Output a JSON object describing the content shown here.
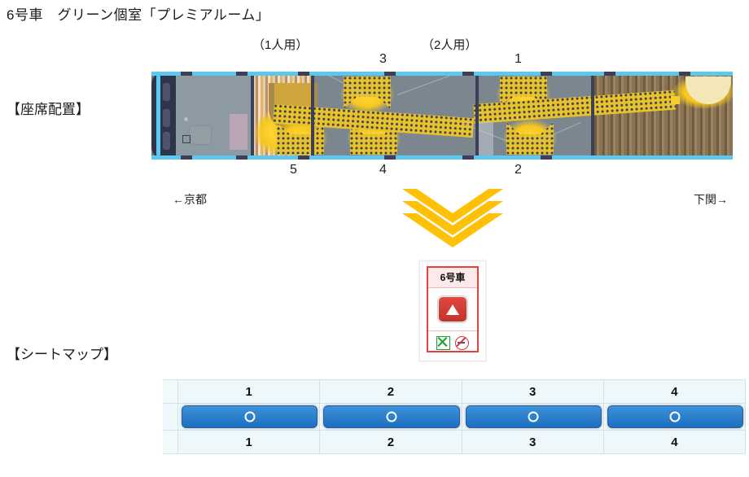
{
  "header": {
    "title": "6号車　グリーン個室「プレミアルーム」",
    "caption_single": "（1人用）",
    "caption_double": "（2人用）"
  },
  "sections": {
    "layout_label": "【座席配置】",
    "seatmap_label": "【シートマップ】"
  },
  "car_diagram": {
    "top_numbers": [
      "3",
      "1"
    ],
    "bottom_numbers": [
      "5",
      "4",
      "2"
    ],
    "direction_left": "←京都",
    "direction_right": "下関→",
    "edge_color": "#5bc8f0",
    "body_color": "#6f7b84",
    "seat_color": "#e8c22a"
  },
  "chevron": {
    "name": "chevron-down-triple",
    "color": "#ffc107"
  },
  "car_badge": {
    "car_name": "6号車",
    "class_symbol": "green-car-icon",
    "icons": [
      "reserved-seat-icon",
      "no-smoking-icon"
    ],
    "border_color": "#e8403a"
  },
  "seat_map": {
    "header_row": [
      "1",
      "2",
      "3",
      "4"
    ],
    "footer_row": [
      "1",
      "2",
      "3",
      "4"
    ],
    "buttons": [
      {
        "seat": "1",
        "state": "available",
        "glyph": "○"
      },
      {
        "seat": "2",
        "state": "available",
        "glyph": "○"
      },
      {
        "seat": "3",
        "state": "available",
        "glyph": "○"
      },
      {
        "seat": "4",
        "state": "available",
        "glyph": "○"
      }
    ],
    "button_color": "#2a7fd0",
    "cell_bg": "#eef7f9"
  }
}
